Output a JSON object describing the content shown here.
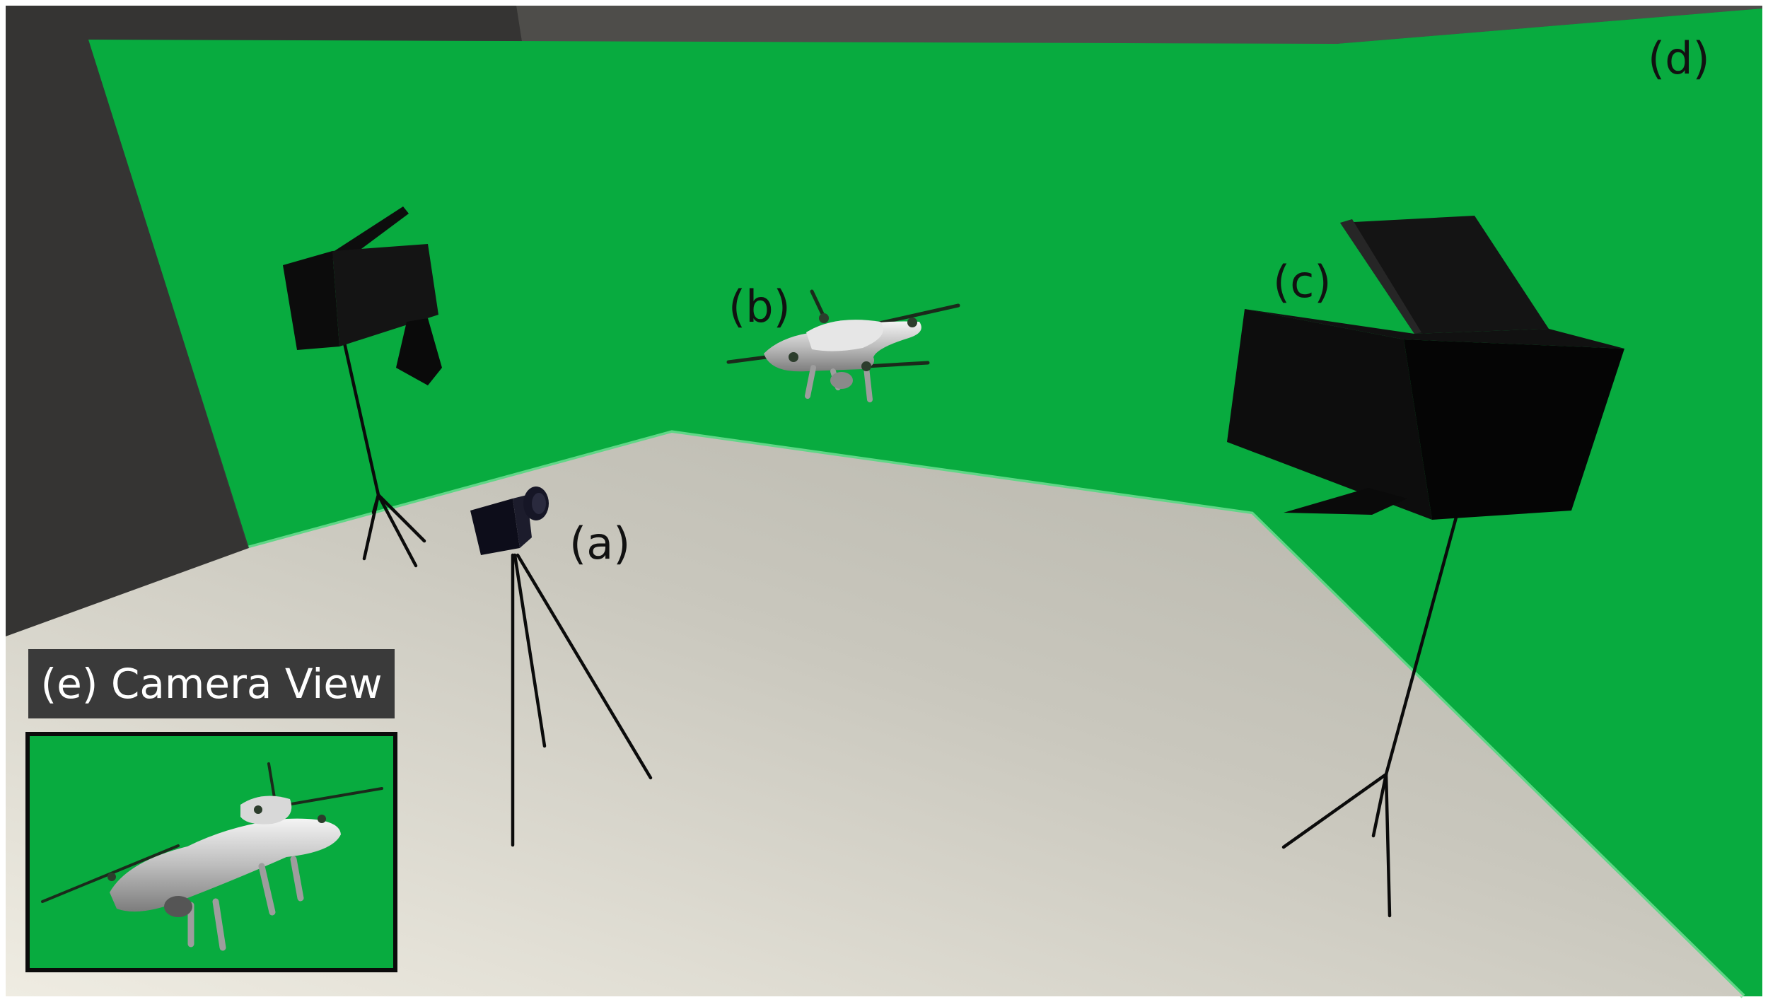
{
  "colors": {
    "backdrop_green": "#08ab3f",
    "floor_light": "#e9e6dc",
    "floor_dark": "#b7b6ac",
    "wall_dark": "#3a3938",
    "ceiling_gray": "#4e4d4a",
    "equipment_black": "#0b0b0b",
    "drone_silver": "#c9c9c9",
    "caption_bg": "#3a3a3a",
    "caption_text": "#ffffff"
  },
  "labels": {
    "a": "(a)",
    "b": "(b)",
    "c": "(c)",
    "d": "(d)"
  },
  "inset": {
    "caption": "(e) Camera View"
  },
  "icons": {
    "camera": "camera-icon",
    "drone": "drone-icon",
    "light": "studio-light-icon"
  }
}
